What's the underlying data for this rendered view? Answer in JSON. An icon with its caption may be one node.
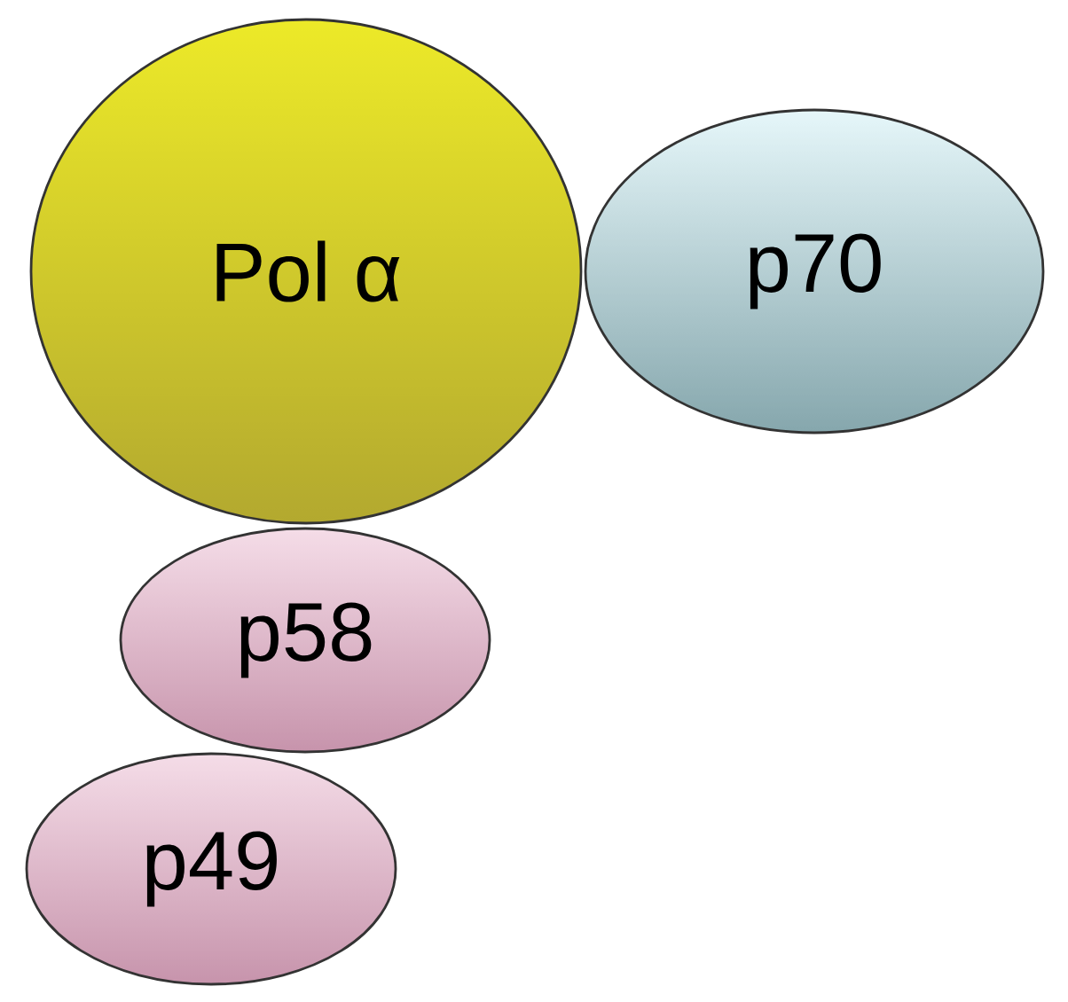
{
  "diagram": {
    "nodes": [
      {
        "text": [
          "Pol α"
        ]
      },
      {
        "text": [
          "p70"
        ]
      },
      {
        "text": [
          "p58"
        ]
      },
      {
        "text": [
          "p49"
        ]
      }
    ]
  }
}
